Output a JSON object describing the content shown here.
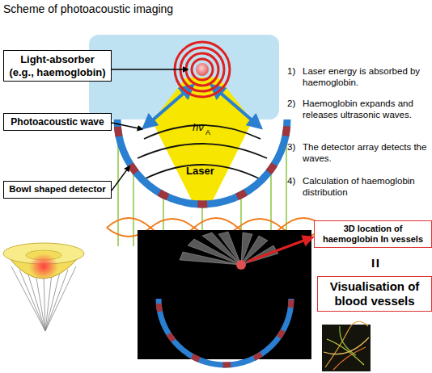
{
  "diagram": {
    "title": "Scheme of photoacoustic imaging",
    "nodes": [
      {
        "text": [
          "Light-absorber (e.g., haemoglobin)"
        ]
      },
      {
        "text": [
          "Photoacoustic wave"
        ]
      },
      {
        "text": [
          "Bowl shaped detector"
        ]
      },
      {
        "text": [
          "3D location of haemoglobin In vessels"
        ]
      },
      {
        "text": [
          "Visualisation of blood vessels"
        ]
      }
    ],
    "labels": [
      "1)",
      "Laser energy is absorbed by haemoglobin.",
      "2)",
      "Haemoglobin expands and releases ultrasonic waves.",
      "3)",
      "The detector array detects the waves.",
      "4)",
      "Calculation of haemoglobin distribution",
      "hν",
      "A",
      "Laser",
      "="
    ]
  }
}
